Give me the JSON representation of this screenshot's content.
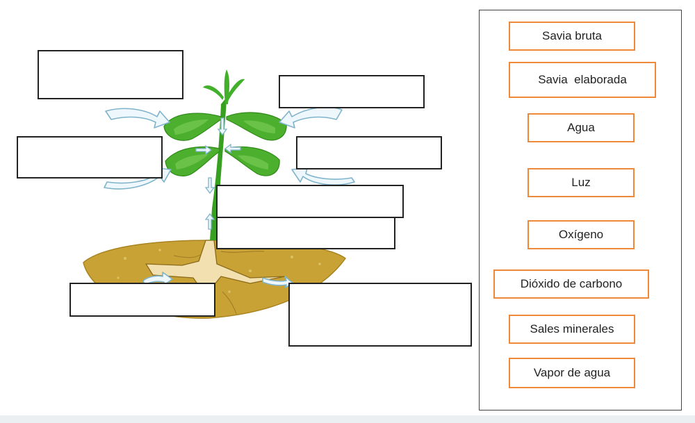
{
  "word_bank": {
    "items": [
      "Savia bruta",
      "Savia  elaborada",
      "Agua",
      "Luz",
      "Oxígeno",
      "Dióxido de carbono",
      "Sales minerales",
      "Vapor de agua"
    ]
  },
  "drop_boxes": [
    {
      "value": ""
    },
    {
      "value": ""
    },
    {
      "value": ""
    },
    {
      "value": ""
    },
    {
      "value": ""
    },
    {
      "value": ""
    },
    {
      "value": ""
    },
    {
      "value": ""
    }
  ],
  "colors": {
    "chip_border": "#f0883a",
    "leaf_green": "#4caf2e",
    "soil": "#c9a236",
    "arrow_fill": "#eef7fb",
    "arrow_stroke": "#7fb3cc"
  },
  "icons": [
    "plant-illustration",
    "flow-arrow-icon"
  ]
}
